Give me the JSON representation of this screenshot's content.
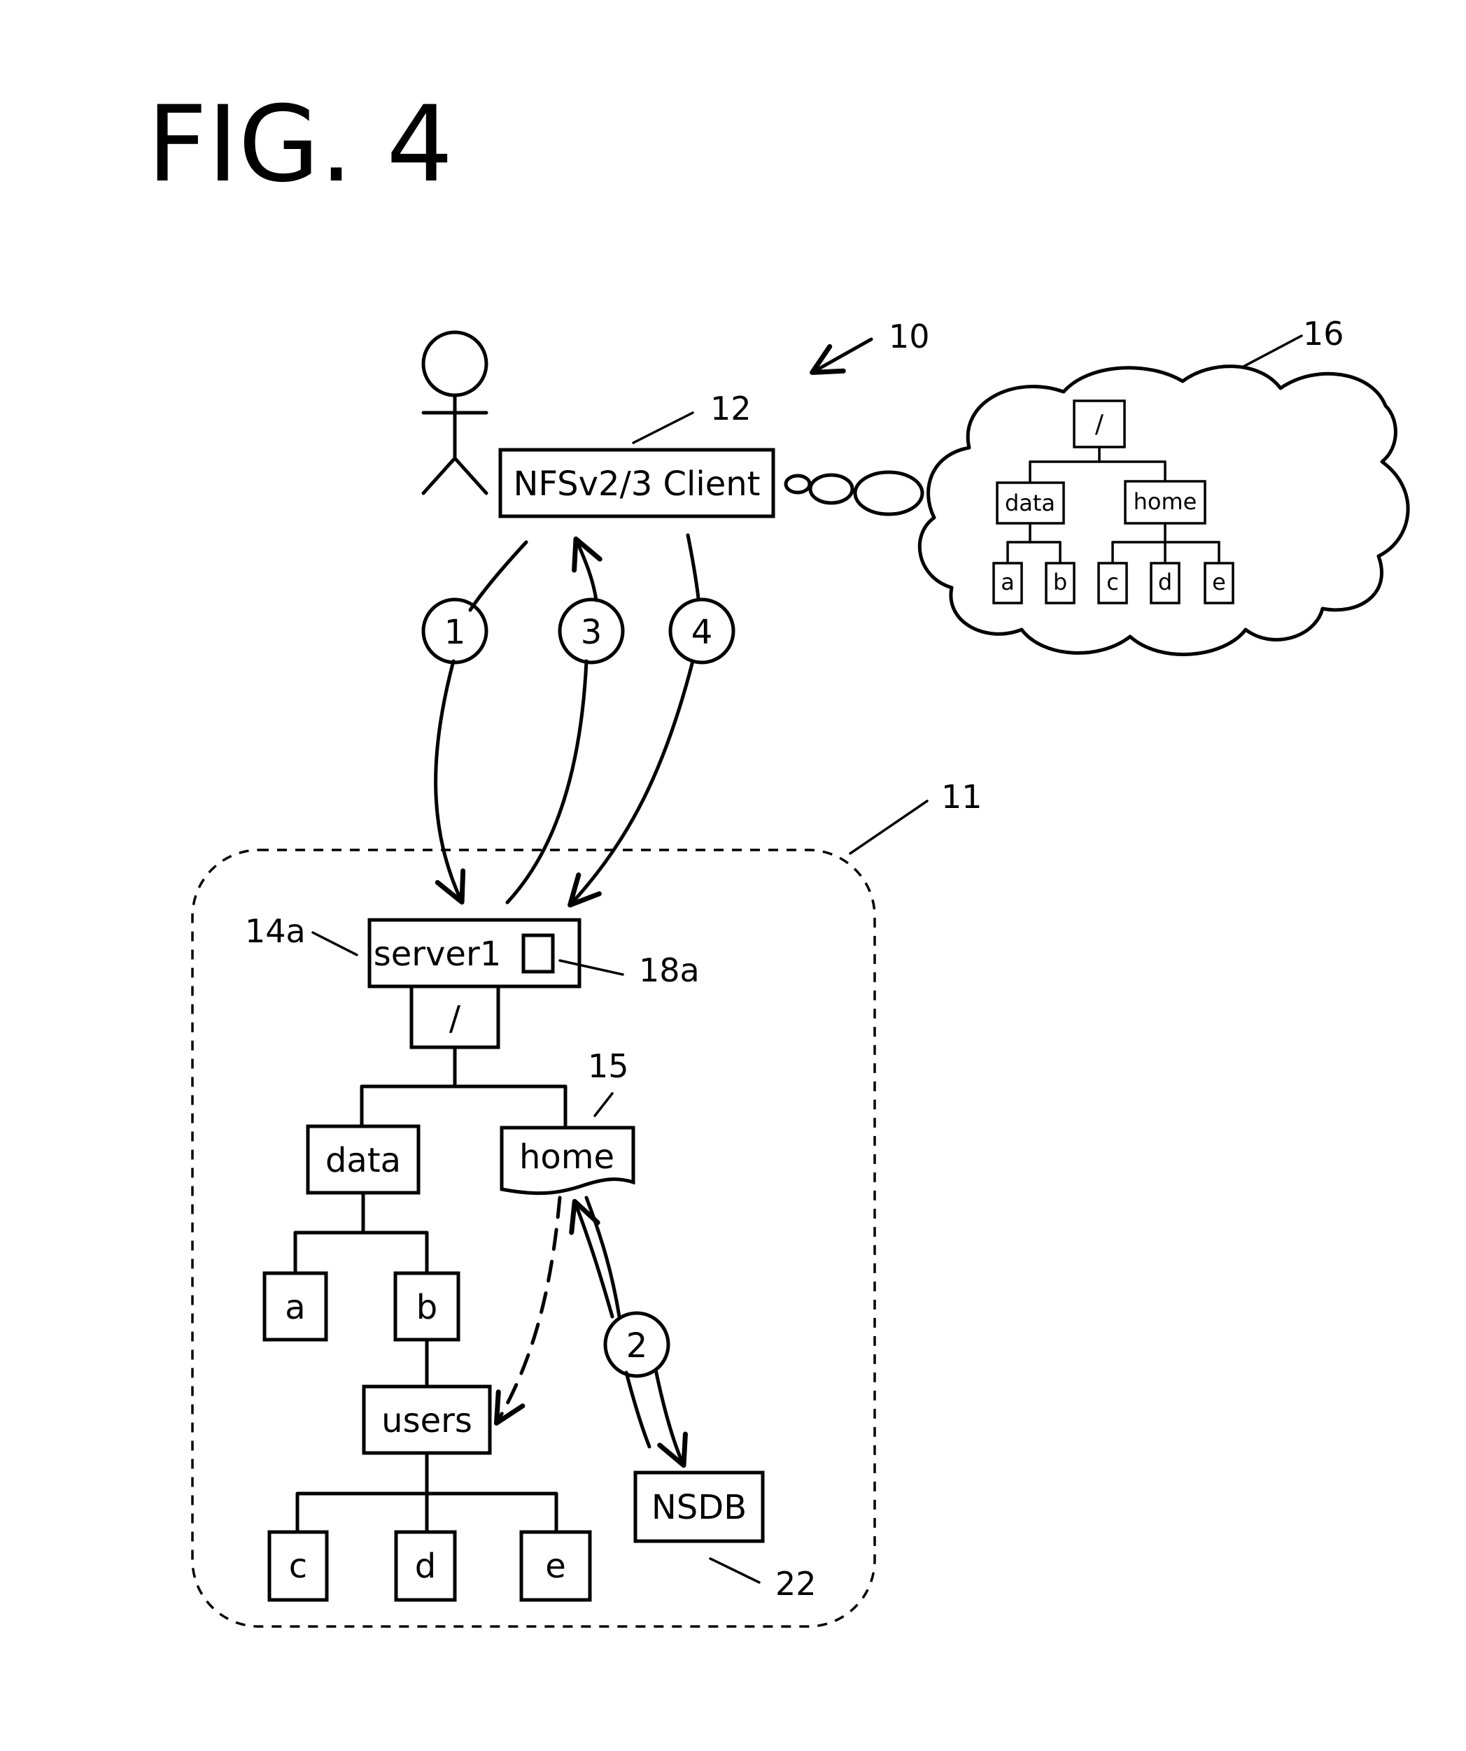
{
  "figure": {
    "title": "FIG. 4"
  },
  "refs": {
    "system": "10",
    "domain": "11",
    "client": "12",
    "server": "14a",
    "referral": "15",
    "cloud": "16",
    "server_icon": "18a",
    "nsdb": "22"
  },
  "client": {
    "label": "NFSv2/3 Client"
  },
  "server": {
    "label": "server1",
    "root": "/"
  },
  "server_tree": {
    "data": "data",
    "home": "home",
    "a": "a",
    "b": "b",
    "users": "users",
    "c": "c",
    "d": "d",
    "e": "e"
  },
  "nsdb": {
    "label": "NSDB"
  },
  "steps": [
    "1",
    "2",
    "3",
    "4"
  ],
  "cloud_tree": {
    "root": "/",
    "data": "data",
    "home": "home",
    "a": "a",
    "b": "b",
    "c": "c",
    "d": "d",
    "e": "e"
  }
}
